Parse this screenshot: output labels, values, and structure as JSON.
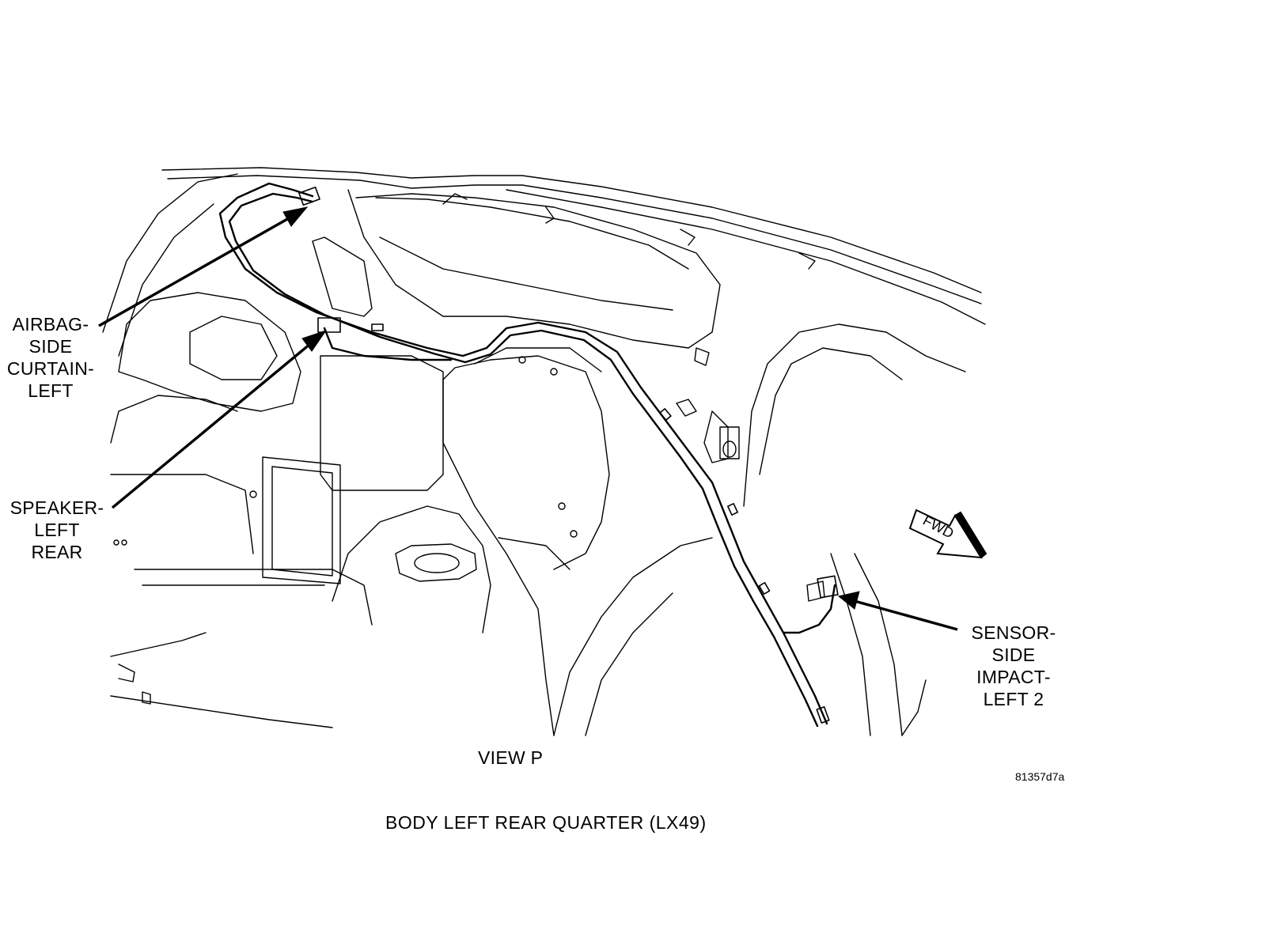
{
  "callouts": {
    "airbag": [
      "AIRBAG-",
      "SIDE",
      "CURTAIN-",
      "LEFT"
    ],
    "speaker": [
      "SPEAKER-",
      "LEFT",
      "REAR"
    ],
    "sensor": [
      "SENSOR-",
      "SIDE",
      "IMPACT-",
      "LEFT 2"
    ]
  },
  "view_label": "VIEW P",
  "figure_code": "81357d7a",
  "caption": "BODY LEFT REAR QUARTER  (LX49)",
  "fwd_indicator": "FWD",
  "colors": {
    "line": "#000000",
    "background": "#ffffff"
  }
}
